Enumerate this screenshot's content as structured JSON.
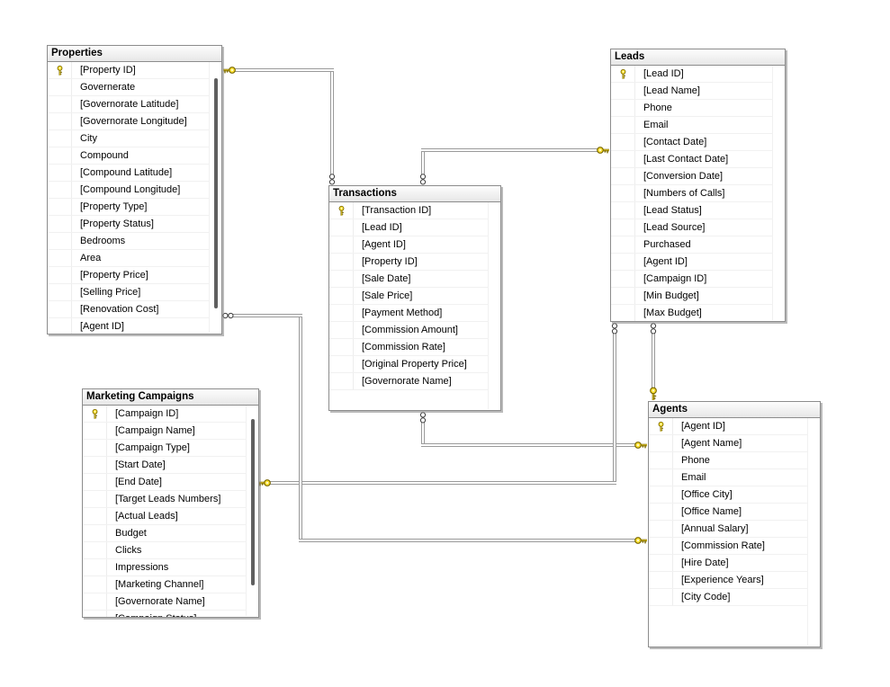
{
  "diagram": {
    "tables": [
      {
        "id": "properties",
        "title": "Properties",
        "has_scrollbar": true,
        "fields": [
          {
            "name": "[Property ID]",
            "key": true
          },
          {
            "name": "Governerate",
            "key": false
          },
          {
            "name": "[Governorate Latitude]",
            "key": false
          },
          {
            "name": "[Governorate Longitude]",
            "key": false
          },
          {
            "name": "City",
            "key": false
          },
          {
            "name": "Compound",
            "key": false
          },
          {
            "name": "[Compound Latitude]",
            "key": false
          },
          {
            "name": "[Compound Longitude]",
            "key": false
          },
          {
            "name": "[Property Type]",
            "key": false
          },
          {
            "name": "[Property Status]",
            "key": false
          },
          {
            "name": "Bedrooms",
            "key": false
          },
          {
            "name": "Area",
            "key": false
          },
          {
            "name": "[Property Price]",
            "key": false
          },
          {
            "name": "[Selling Price]",
            "key": false
          },
          {
            "name": "[Renovation Cost]",
            "key": false
          },
          {
            "name": "[Agent ID]",
            "key": false
          }
        ]
      },
      {
        "id": "leads",
        "title": "Leads",
        "has_scrollbar": false,
        "fields": [
          {
            "name": "[Lead ID]",
            "key": true
          },
          {
            "name": "[Lead Name]",
            "key": false
          },
          {
            "name": "Phone",
            "key": false
          },
          {
            "name": "Email",
            "key": false
          },
          {
            "name": "[Contact Date]",
            "key": false
          },
          {
            "name": "[Last Contact Date]",
            "key": false
          },
          {
            "name": "[Conversion Date]",
            "key": false
          },
          {
            "name": "[Numbers of Calls]",
            "key": false
          },
          {
            "name": "[Lead Status]",
            "key": false
          },
          {
            "name": "[Lead Source]",
            "key": false
          },
          {
            "name": "Purchased",
            "key": false
          },
          {
            "name": "[Agent ID]",
            "key": false
          },
          {
            "name": "[Campaign ID]",
            "key": false
          },
          {
            "name": "[Min Budget]",
            "key": false
          },
          {
            "name": "[Max Budget]",
            "key": false
          }
        ]
      },
      {
        "id": "transactions",
        "title": "Transactions",
        "has_scrollbar": false,
        "fields": [
          {
            "name": "[Transaction ID]",
            "key": true
          },
          {
            "name": "[Lead ID]",
            "key": false
          },
          {
            "name": "[Agent ID]",
            "key": false
          },
          {
            "name": "[Property ID]",
            "key": false
          },
          {
            "name": "[Sale Date]",
            "key": false
          },
          {
            "name": "[Sale Price]",
            "key": false
          },
          {
            "name": "[Payment Method]",
            "key": false
          },
          {
            "name": "[Commission Amount]",
            "key": false
          },
          {
            "name": "[Commission Rate]",
            "key": false
          },
          {
            "name": "[Original Property Price]",
            "key": false
          },
          {
            "name": "[Governorate Name]",
            "key": false
          }
        ]
      },
      {
        "id": "marketing_campaigns",
        "title": "Marketing Campaigns",
        "has_scrollbar": true,
        "fields": [
          {
            "name": "[Campaign ID]",
            "key": true
          },
          {
            "name": "[Campaign Name]",
            "key": false
          },
          {
            "name": "[Campaign Type]",
            "key": false
          },
          {
            "name": "[Start Date]",
            "key": false
          },
          {
            "name": "[End Date]",
            "key": false
          },
          {
            "name": "[Target Leads Numbers]",
            "key": false
          },
          {
            "name": "[Actual Leads]",
            "key": false
          },
          {
            "name": "Budget",
            "key": false
          },
          {
            "name": "Clicks",
            "key": false
          },
          {
            "name": "Impressions",
            "key": false
          },
          {
            "name": "[Marketing Channel]",
            "key": false
          },
          {
            "name": "[Governorate Name]",
            "key": false
          },
          {
            "name": "[Campaign Status]",
            "key": false
          }
        ]
      },
      {
        "id": "agents",
        "title": "Agents",
        "has_scrollbar": false,
        "fields": [
          {
            "name": "[Agent ID]",
            "key": true
          },
          {
            "name": "[Agent Name]",
            "key": false
          },
          {
            "name": "Phone",
            "key": false
          },
          {
            "name": "Email",
            "key": false
          },
          {
            "name": "[Office City]",
            "key": false
          },
          {
            "name": "[Office Name]",
            "key": false
          },
          {
            "name": "[Annual Salary]",
            "key": false
          },
          {
            "name": "[Commission Rate]",
            "key": false
          },
          {
            "name": "[Hire Date]",
            "key": false
          },
          {
            "name": "[Experience Years]",
            "key": false
          },
          {
            "name": "[City Code]",
            "key": false
          }
        ]
      }
    ],
    "relationships": [
      {
        "one": "Properties",
        "many": "Transactions",
        "via": "[Property ID]"
      },
      {
        "one": "Leads",
        "many": "Transactions",
        "via": "[Lead ID]"
      },
      {
        "one": "Agents",
        "many": "Transactions",
        "via": "[Agent ID]"
      },
      {
        "one": "Agents",
        "many": "Leads",
        "via": "[Agent ID]"
      },
      {
        "one": "Marketing Campaigns",
        "many": "Leads",
        "via": "[Campaign ID]"
      },
      {
        "one": "Agents",
        "many": "Properties",
        "via": "[Agent ID]"
      }
    ],
    "icons": {
      "primary_key": "key-icon",
      "one_side": "key-icon",
      "many_side": "infinity-icon"
    },
    "colors": {
      "key_yellow": "#ffe338",
      "key_outline": "#7c6a00",
      "line_gray": "#9a9a9a",
      "table_border": "#8c8c8c",
      "header_bg": "#e7e7e7",
      "row_separator": "#f1f1f1",
      "scroll_thumb": "#5f5f5f"
    }
  }
}
